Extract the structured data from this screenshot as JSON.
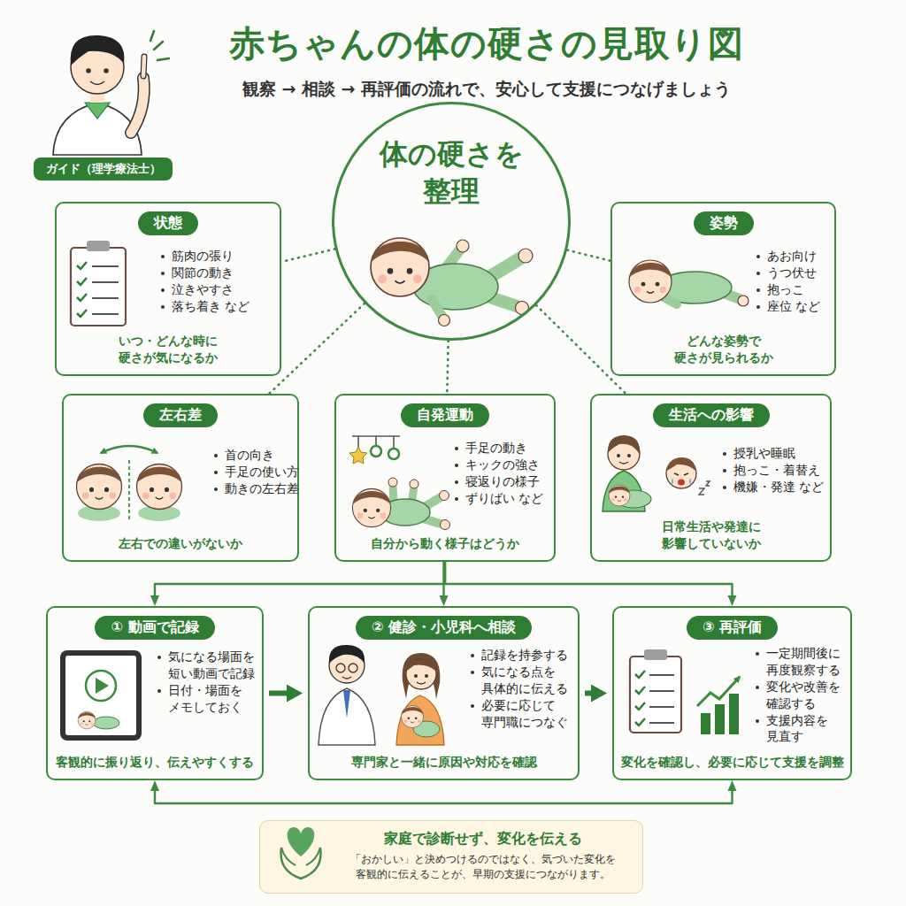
{
  "diagram": {
    "title": "赤ちゃんの体の硬さの見取り図",
    "caption": "観察 → 相談 → 再評価の流れで、安心して支援につなげましょう",
    "nodes": [
      {
        "text": [
          "ガイド（理学療法士）"
        ]
      },
      {
        "text": [
          "体の硬さを 整理"
        ]
      },
      {
        "text": [
          "状態",
          "筋肉の張り",
          "関節の動き",
          "泣きやすさ",
          "落ち着き など",
          "いつ・どんな時に 硬さが気になるか"
        ]
      },
      {
        "text": [
          "姿勢",
          "あお向け",
          "うつ伏せ",
          "抱っこ",
          "座位 など",
          "どんな姿勢で 硬さが見られるか"
        ]
      },
      {
        "text": [
          "左右差",
          "首の向き",
          "手足の使い方",
          "動きの左右差",
          "左右での違いがないか"
        ]
      },
      {
        "text": [
          "自発運動",
          "手足の動き",
          "キックの強さ",
          "寝返りの様子",
          "ずりばい など",
          "自分から動く様子はどうか"
        ]
      },
      {
        "text": [
          "生活への影響",
          "授乳や睡眠",
          "抱っこ・着替え",
          "機嫌・発達 など",
          "日常生活や発達に 影響していないか"
        ]
      },
      {
        "text": [
          "① 動画で記録",
          "気になる場面を 短い動画で記録",
          "日付・場面を メモしておく",
          "客観的に振り返り、伝えやすくする"
        ]
      },
      {
        "text": [
          "② 健診・小児科へ相談",
          "記録を持参する",
          "気になる点を 具体的に伝える",
          "必要に応じて 専門職につなぐ",
          "専門家と一緒に原因や対応を確認"
        ]
      },
      {
        "text": [
          "③ 再評価",
          "一定期間後に 再度観察する",
          "変化や改善を 確認する",
          "支援内容を 見直す",
          "変化を確認し、必要に応じて支援を調整"
        ]
      },
      {
        "text": [
          "家庭で診断せず、変化を伝える",
          "「おかしい」と決めつけるのではなく、気づいた変化を 客観的に伝えることが、早期の支援につながります。"
        ]
      }
    ],
    "edges": [
      {
        "from": 1,
        "to": 2,
        "arrow": "none"
      },
      {
        "from": 1,
        "to": 3,
        "arrow": "none"
      },
      {
        "from": 1,
        "to": 4,
        "arrow": "none"
      },
      {
        "from": 1,
        "to": 5,
        "arrow": "none"
      },
      {
        "from": 1,
        "to": 6,
        "arrow": "none"
      },
      {
        "from": 5,
        "to": 7,
        "arrow": "to"
      },
      {
        "from": 5,
        "to": 8,
        "arrow": "to"
      },
      {
        "from": 5,
        "to": 9,
        "arrow": "to"
      },
      {
        "from": 7,
        "to": 8,
        "arrow": "to"
      },
      {
        "from": 8,
        "to": 9,
        "arrow": "to"
      },
      {
        "from": 9,
        "to": 7,
        "arrow": "both"
      }
    ]
  }
}
